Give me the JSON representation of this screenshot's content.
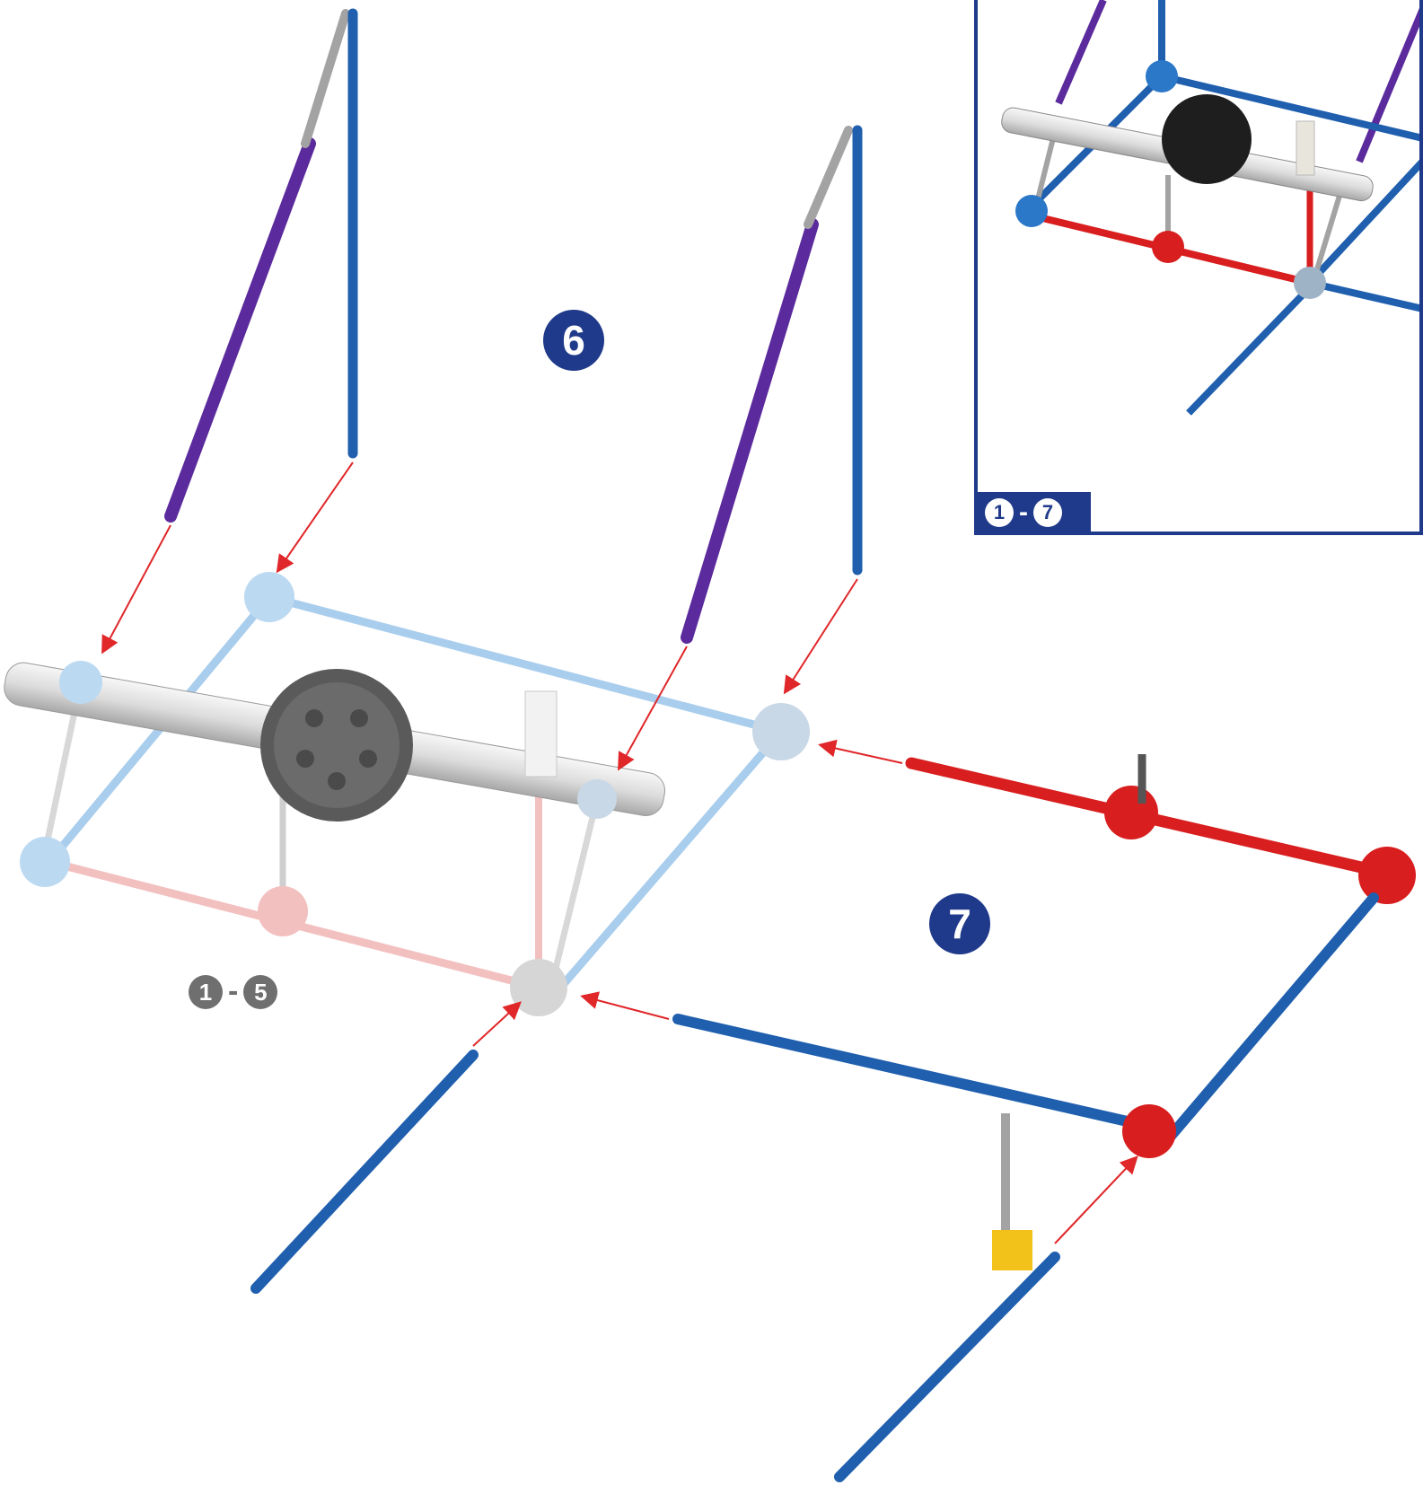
{
  "steps": {
    "step_6": "6",
    "step_7": "7"
  },
  "range_main": {
    "from": "1",
    "to": "5",
    "sep": "-"
  },
  "inset": {
    "range": {
      "from": "1",
      "to": "7",
      "sep": "-"
    }
  },
  "colors": {
    "step_badge": "#1f3a8a",
    "range_gray": "#6f6f6f",
    "rod_blue": "#1f5fae",
    "rod_purple": "#5b2a9c",
    "rod_red": "#d81e1e",
    "arrow_red": "#e0272a",
    "gear": "#5a5a5a",
    "axle": "#e6e6e6",
    "connector_yellow": "#f2c21a",
    "ghost_blue": "#a9cdec",
    "ghost_red": "#f3c0c0"
  }
}
